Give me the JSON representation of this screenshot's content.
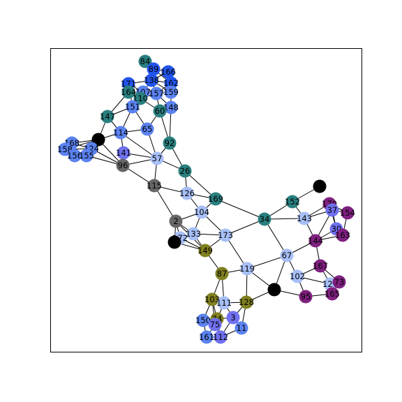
{
  "colors": {
    "black": "#000000",
    "gray": "#666666",
    "teal": "#2a7f7f",
    "blue": "#2255ee",
    "cornflower": "#5b82f0",
    "lavender": "#a7bff7",
    "purple": "#802080",
    "olive": "#808020",
    "periwinkle": "#7070f0"
  },
  "nodes": [
    {
      "id": "84",
      "label": "84",
      "color": "teal"
    },
    {
      "id": "89",
      "label": "89",
      "color": "blue"
    },
    {
      "id": "166",
      "label": "166",
      "color": "blue"
    },
    {
      "id": "138",
      "label": "138",
      "color": "blue"
    },
    {
      "id": "162",
      "label": "162",
      "color": "blue"
    },
    {
      "id": "171",
      "label": "171",
      "color": "blue"
    },
    {
      "id": "107",
      "label": "107",
      "color": "cornflower"
    },
    {
      "id": "157",
      "label": "157",
      "color": "cornflower"
    },
    {
      "id": "159",
      "label": "159",
      "color": "cornflower"
    },
    {
      "id": "164",
      "label": "164",
      "color": "teal"
    },
    {
      "id": "110",
      "label": "110",
      "color": "teal"
    },
    {
      "id": "148",
      "label": "148",
      "color": "cornflower"
    },
    {
      "id": "151",
      "label": "151",
      "color": "cornflower"
    },
    {
      "id": "60",
      "label": "60",
      "color": "teal"
    },
    {
      "id": "147",
      "label": "147",
      "color": "teal"
    },
    {
      "id": "65",
      "label": "65",
      "color": "cornflower"
    },
    {
      "id": "114",
      "label": "114",
      "color": "cornflower"
    },
    {
      "id": "b1",
      "label": "",
      "color": "black"
    },
    {
      "id": "92",
      "label": "92",
      "color": "teal"
    },
    {
      "id": "168",
      "label": "168",
      "color": "cornflower"
    },
    {
      "id": "158",
      "label": "158",
      "color": "cornflower"
    },
    {
      "id": "124",
      "label": "124",
      "color": "cornflower"
    },
    {
      "id": "156",
      "label": "156",
      "color": "cornflower"
    },
    {
      "id": "155",
      "label": "155",
      "color": "cornflower"
    },
    {
      "id": "141",
      "label": "141",
      "color": "periwinkle"
    },
    {
      "id": "57",
      "label": "57",
      "color": "lavender"
    },
    {
      "id": "96",
      "label": "96",
      "color": "gray"
    },
    {
      "id": "26",
      "label": "26",
      "color": "teal"
    },
    {
      "id": "115",
      "label": "115",
      "color": "gray"
    },
    {
      "id": "126",
      "label": "126",
      "color": "lavender"
    },
    {
      "id": "169",
      "label": "169",
      "color": "teal"
    },
    {
      "id": "104",
      "label": "104",
      "color": "lavender"
    },
    {
      "id": "2",
      "label": "2",
      "color": "gray"
    },
    {
      "id": "133",
      "label": "133",
      "color": "lavender"
    },
    {
      "id": "173",
      "label": "173",
      "color": "lavender"
    },
    {
      "id": "172",
      "label": "172",
      "color": "lavender"
    },
    {
      "id": "b2",
      "label": "",
      "color": "black"
    },
    {
      "id": "149",
      "label": "149",
      "color": "olive"
    },
    {
      "id": "87",
      "label": "87",
      "color": "olive"
    },
    {
      "id": "119",
      "label": "119",
      "color": "lavender"
    },
    {
      "id": "34",
      "label": "34",
      "color": "teal"
    },
    {
      "id": "152",
      "label": "152",
      "color": "teal"
    },
    {
      "id": "b3",
      "label": "",
      "color": "black"
    },
    {
      "id": "170",
      "label": "170",
      "color": "purple"
    },
    {
      "id": "37",
      "label": "37",
      "color": "periwinkle"
    },
    {
      "id": "154",
      "label": "154",
      "color": "purple"
    },
    {
      "id": "143",
      "label": "143",
      "color": "lavender"
    },
    {
      "id": "30",
      "label": "30",
      "color": "periwinkle"
    },
    {
      "id": "163",
      "label": "163",
      "color": "purple"
    },
    {
      "id": "144",
      "label": "144",
      "color": "purple"
    },
    {
      "id": "67",
      "label": "67",
      "color": "lavender"
    },
    {
      "id": "167",
      "label": "167",
      "color": "purple"
    },
    {
      "id": "102",
      "label": "102",
      "color": "lavender"
    },
    {
      "id": "b4",
      "label": "",
      "color": "black"
    },
    {
      "id": "127",
      "label": "127",
      "color": "lavender"
    },
    {
      "id": "73",
      "label": "73",
      "color": "purple"
    },
    {
      "id": "165",
      "label": "165",
      "color": "purple"
    },
    {
      "id": "95",
      "label": "95",
      "color": "purple"
    },
    {
      "id": "103",
      "label": "103",
      "color": "olive"
    },
    {
      "id": "111",
      "label": "111",
      "color": "lavender"
    },
    {
      "id": "128",
      "label": "128",
      "color": "olive"
    },
    {
      "id": "3",
      "label": "3",
      "color": "periwinkle"
    },
    {
      "id": "150",
      "label": "150",
      "color": "cornflower"
    },
    {
      "id": "74",
      "label": "74",
      "color": "olive"
    },
    {
      "id": "75",
      "label": "75",
      "color": "periwinkle"
    },
    {
      "id": "11",
      "label": "11",
      "color": "cornflower"
    },
    {
      "id": "161",
      "label": "161",
      "color": "cornflower"
    },
    {
      "id": "112",
      "label": "112",
      "color": "periwinkle"
    }
  ],
  "edges": [
    [
      "84",
      "89"
    ],
    [
      "84",
      "138"
    ],
    [
      "89",
      "166"
    ],
    [
      "89",
      "138"
    ],
    [
      "89",
      "162"
    ],
    [
      "166",
      "138"
    ],
    [
      "166",
      "162"
    ],
    [
      "138",
      "171"
    ],
    [
      "138",
      "107"
    ],
    [
      "138",
      "157"
    ],
    [
      "138",
      "162"
    ],
    [
      "138",
      "159"
    ],
    [
      "162",
      "159"
    ],
    [
      "162",
      "157"
    ],
    [
      "171",
      "164"
    ],
    [
      "171",
      "107"
    ],
    [
      "171",
      "151"
    ],
    [
      "164",
      "107"
    ],
    [
      "164",
      "110"
    ],
    [
      "164",
      "147"
    ],
    [
      "107",
      "110"
    ],
    [
      "107",
      "157"
    ],
    [
      "110",
      "157"
    ],
    [
      "110",
      "60"
    ],
    [
      "110",
      "151"
    ],
    [
      "157",
      "159"
    ],
    [
      "157",
      "60"
    ],
    [
      "159",
      "148"
    ],
    [
      "157",
      "148"
    ],
    [
      "60",
      "148"
    ],
    [
      "60",
      "65"
    ],
    [
      "60",
      "92"
    ],
    [
      "148",
      "92"
    ],
    [
      "151",
      "147"
    ],
    [
      "151",
      "114"
    ],
    [
      "151",
      "65"
    ],
    [
      "147",
      "b1"
    ],
    [
      "147",
      "114"
    ],
    [
      "114",
      "65"
    ],
    [
      "114",
      "b1"
    ],
    [
      "114",
      "141"
    ],
    [
      "114",
      "57"
    ],
    [
      "65",
      "57"
    ],
    [
      "92",
      "57"
    ],
    [
      "92",
      "26"
    ],
    [
      "b1",
      "168"
    ],
    [
      "b1",
      "158"
    ],
    [
      "b1",
      "124"
    ],
    [
      "b1",
      "155"
    ],
    [
      "b1",
      "96"
    ],
    [
      "168",
      "124"
    ],
    [
      "158",
      "124"
    ],
    [
      "124",
      "156"
    ],
    [
      "124",
      "155"
    ],
    [
      "124",
      "96"
    ],
    [
      "156",
      "155"
    ],
    [
      "155",
      "96"
    ],
    [
      "141",
      "57"
    ],
    [
      "141",
      "96"
    ],
    [
      "96",
      "57"
    ],
    [
      "57",
      "115"
    ],
    [
      "57",
      "26"
    ],
    [
      "96",
      "115"
    ],
    [
      "115",
      "126"
    ],
    [
      "115",
      "2"
    ],
    [
      "26",
      "126"
    ],
    [
      "26",
      "169"
    ],
    [
      "126",
      "169"
    ],
    [
      "126",
      "104"
    ],
    [
      "169",
      "104"
    ],
    [
      "169",
      "34"
    ],
    [
      "104",
      "133"
    ],
    [
      "104",
      "173"
    ],
    [
      "104",
      "2"
    ],
    [
      "2",
      "133"
    ],
    [
      "2",
      "172"
    ],
    [
      "2",
      "b2"
    ],
    [
      "2",
      "149"
    ],
    [
      "133",
      "149"
    ],
    [
      "133",
      "172"
    ],
    [
      "133",
      "173"
    ],
    [
      "172",
      "149"
    ],
    [
      "b2",
      "149"
    ],
    [
      "149",
      "173"
    ],
    [
      "149",
      "87"
    ],
    [
      "173",
      "34"
    ],
    [
      "173",
      "119"
    ],
    [
      "87",
      "119"
    ],
    [
      "87",
      "103"
    ],
    [
      "87",
      "111"
    ],
    [
      "119",
      "128"
    ],
    [
      "119",
      "67"
    ],
    [
      "119",
      "b4"
    ],
    [
      "103",
      "111"
    ],
    [
      "103",
      "150"
    ],
    [
      "103",
      "74"
    ],
    [
      "103",
      "75"
    ],
    [
      "111",
      "128"
    ],
    [
      "111",
      "3"
    ],
    [
      "111",
      "75"
    ],
    [
      "128",
      "3"
    ],
    [
      "128",
      "11"
    ],
    [
      "128",
      "b4"
    ],
    [
      "3",
      "74"
    ],
    [
      "3",
      "11"
    ],
    [
      "3",
      "112"
    ],
    [
      "150",
      "74"
    ],
    [
      "150",
      "75"
    ],
    [
      "150",
      "161"
    ],
    [
      "74",
      "75"
    ],
    [
      "74",
      "112"
    ],
    [
      "75",
      "161"
    ],
    [
      "75",
      "112"
    ],
    [
      "11",
      "112"
    ],
    [
      "161",
      "112"
    ],
    [
      "34",
      "152"
    ],
    [
      "34",
      "143"
    ],
    [
      "34",
      "67"
    ],
    [
      "152",
      "b3"
    ],
    [
      "152",
      "143"
    ],
    [
      "143",
      "170"
    ],
    [
      "143",
      "37"
    ],
    [
      "143",
      "144"
    ],
    [
      "170",
      "37"
    ],
    [
      "170",
      "154"
    ],
    [
      "170",
      "30"
    ],
    [
      "37",
      "154"
    ],
    [
      "37",
      "30"
    ],
    [
      "37",
      "144"
    ],
    [
      "154",
      "163"
    ],
    [
      "30",
      "163"
    ],
    [
      "30",
      "144"
    ],
    [
      "163",
      "144"
    ],
    [
      "144",
      "67"
    ],
    [
      "144",
      "167"
    ],
    [
      "67",
      "102"
    ],
    [
      "67",
      "b4"
    ],
    [
      "102",
      "127"
    ],
    [
      "102",
      "95"
    ],
    [
      "102",
      "167"
    ],
    [
      "167",
      "127"
    ],
    [
      "167",
      "73"
    ],
    [
      "127",
      "73"
    ],
    [
      "127",
      "165"
    ],
    [
      "73",
      "165"
    ],
    [
      "165",
      "95"
    ],
    [
      "b4",
      "95"
    ]
  ]
}
